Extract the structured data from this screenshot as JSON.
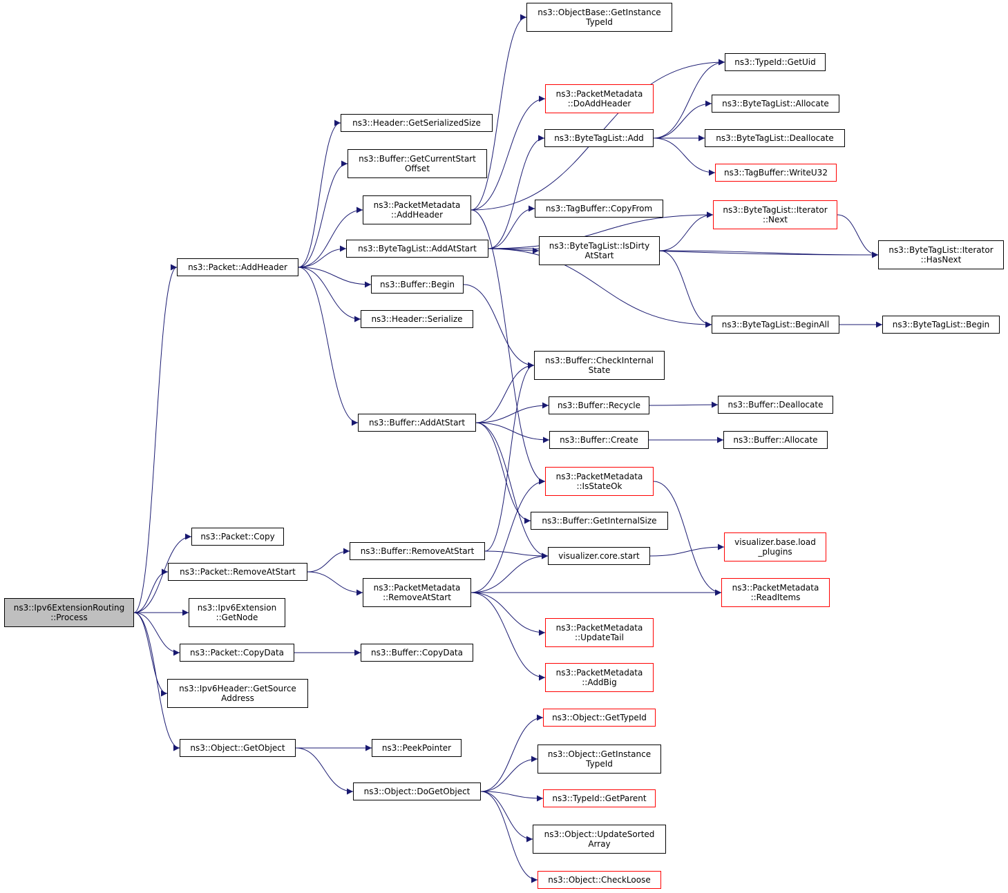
{
  "diagram": {
    "edge_color": "#191970",
    "border_color_default": "#000000",
    "border_color_incomplete": "#ff0000",
    "root_fill": "#bfbfbf",
    "nodes": [
      {
        "id": "root",
        "lines": [
          "ns3::Ipv6ExtensionRouting",
          "::Process"
        ],
        "root": true
      },
      {
        "id": "addheader",
        "lines": [
          "ns3::Packet::AddHeader"
        ]
      },
      {
        "id": "copy",
        "lines": [
          "ns3::Packet::Copy"
        ]
      },
      {
        "id": "removeatstart",
        "lines": [
          "ns3::Packet::RemoveAtStart"
        ]
      },
      {
        "id": "getnode",
        "lines": [
          "ns3::Ipv6Extension",
          "::GetNode"
        ]
      },
      {
        "id": "copydata",
        "lines": [
          "ns3::Packet::CopyData"
        ]
      },
      {
        "id": "getsource",
        "lines": [
          "ns3::Ipv6Header::GetSource",
          "Address"
        ]
      },
      {
        "id": "getobject",
        "lines": [
          "ns3::Object::GetObject"
        ]
      },
      {
        "id": "getserializedsize",
        "lines": [
          "ns3::Header::GetSerializedSize"
        ]
      },
      {
        "id": "getcurrentstart",
        "lines": [
          "ns3::Buffer::GetCurrentStart",
          "Offset"
        ]
      },
      {
        "id": "pm_addheader",
        "lines": [
          "ns3::PacketMetadata",
          "::AddHeader"
        ]
      },
      {
        "id": "btl_addatstart",
        "lines": [
          "ns3::ByteTagList::AddAtStart"
        ]
      },
      {
        "id": "buf_begin",
        "lines": [
          "ns3::Buffer::Begin"
        ]
      },
      {
        "id": "hdr_serialize",
        "lines": [
          "ns3::Header::Serialize"
        ]
      },
      {
        "id": "buf_addatstart",
        "lines": [
          "ns3::Buffer::AddAtStart"
        ]
      },
      {
        "id": "buf_removeatstart",
        "lines": [
          "ns3::Buffer::RemoveAtStart"
        ]
      },
      {
        "id": "pm_removeatstart",
        "lines": [
          "ns3::PacketMetadata",
          "::RemoveAtStart"
        ]
      },
      {
        "id": "buf_copydata",
        "lines": [
          "ns3::Buffer::CopyData"
        ]
      },
      {
        "id": "peekpointer",
        "lines": [
          "ns3::PeekPointer"
        ]
      },
      {
        "id": "dogetobject",
        "lines": [
          "ns3::Object::DoGetObject"
        ]
      },
      {
        "id": "ob_getinstancetypeid",
        "lines": [
          "ns3::ObjectBase::GetInstance",
          "TypeId"
        ]
      },
      {
        "id": "pm_doaddheader",
        "lines": [
          "ns3::PacketMetadata",
          "::DoAddHeader"
        ],
        "red": true
      },
      {
        "id": "btl_add",
        "lines": [
          "ns3::ByteTagList::Add"
        ]
      },
      {
        "id": "tb_copyfrom",
        "lines": [
          "ns3::TagBuffer::CopyFrom"
        ]
      },
      {
        "id": "btl_isdirty",
        "lines": [
          "ns3::ByteTagList::IsDirty",
          "AtStart"
        ]
      },
      {
        "id": "buf_checkinternal",
        "lines": [
          "ns3::Buffer::CheckInternal",
          "State"
        ]
      },
      {
        "id": "buf_recycle",
        "lines": [
          "ns3::Buffer::Recycle"
        ]
      },
      {
        "id": "buf_create",
        "lines": [
          "ns3::Buffer::Create"
        ]
      },
      {
        "id": "pm_isstateok",
        "lines": [
          "ns3::PacketMetadata",
          "::IsStateOk"
        ],
        "red": true
      },
      {
        "id": "buf_getinternalsize",
        "lines": [
          "ns3::Buffer::GetInternalSize"
        ]
      },
      {
        "id": "viz_start",
        "lines": [
          "visualizer.core.start"
        ]
      },
      {
        "id": "pm_updatetail",
        "lines": [
          "ns3::PacketMetadata",
          "::UpdateTail"
        ],
        "red": true
      },
      {
        "id": "pm_addbig",
        "lines": [
          "ns3::PacketMetadata",
          "::AddBig"
        ],
        "red": true
      },
      {
        "id": "obj_gettypeid",
        "lines": [
          "ns3::Object::GetTypeId"
        ],
        "red": true
      },
      {
        "id": "obj_getinstancetypeid",
        "lines": [
          "ns3::Object::GetInstance",
          "TypeId"
        ]
      },
      {
        "id": "tid_getparent",
        "lines": [
          "ns3::TypeId::GetParent"
        ],
        "red": true
      },
      {
        "id": "obj_updatesorted",
        "lines": [
          "ns3::Object::UpdateSorted",
          "Array"
        ]
      },
      {
        "id": "obj_checkloose",
        "lines": [
          "ns3::Object::CheckLoose"
        ],
        "red": true
      },
      {
        "id": "tid_getuid",
        "lines": [
          "ns3::TypeId::GetUid"
        ]
      },
      {
        "id": "btl_allocate",
        "lines": [
          "ns3::ByteTagList::Allocate"
        ]
      },
      {
        "id": "btl_deallocate",
        "lines": [
          "ns3::ByteTagList::Deallocate"
        ]
      },
      {
        "id": "tb_writeu32",
        "lines": [
          "ns3::TagBuffer::WriteU32"
        ],
        "red": true
      },
      {
        "id": "btl_it_next",
        "lines": [
          "ns3::ByteTagList::Iterator",
          "::Next"
        ],
        "red": true
      },
      {
        "id": "btl_beginall",
        "lines": [
          "ns3::ByteTagList::BeginAll"
        ]
      },
      {
        "id": "buf_deallocate",
        "lines": [
          "ns3::Buffer::Deallocate"
        ]
      },
      {
        "id": "buf_allocate",
        "lines": [
          "ns3::Buffer::Allocate"
        ]
      },
      {
        "id": "viz_loadplugins",
        "lines": [
          "visualizer.base.load",
          "_plugins"
        ],
        "red": true
      },
      {
        "id": "pm_readitems",
        "lines": [
          "ns3::PacketMetadata",
          "::ReadItems"
        ],
        "red": true
      },
      {
        "id": "btl_it_hasnext",
        "lines": [
          "ns3::ByteTagList::Iterator",
          "::HasNext"
        ]
      },
      {
        "id": "btl_begin",
        "lines": [
          "ns3::ByteTagList::Begin"
        ]
      }
    ]
  }
}
